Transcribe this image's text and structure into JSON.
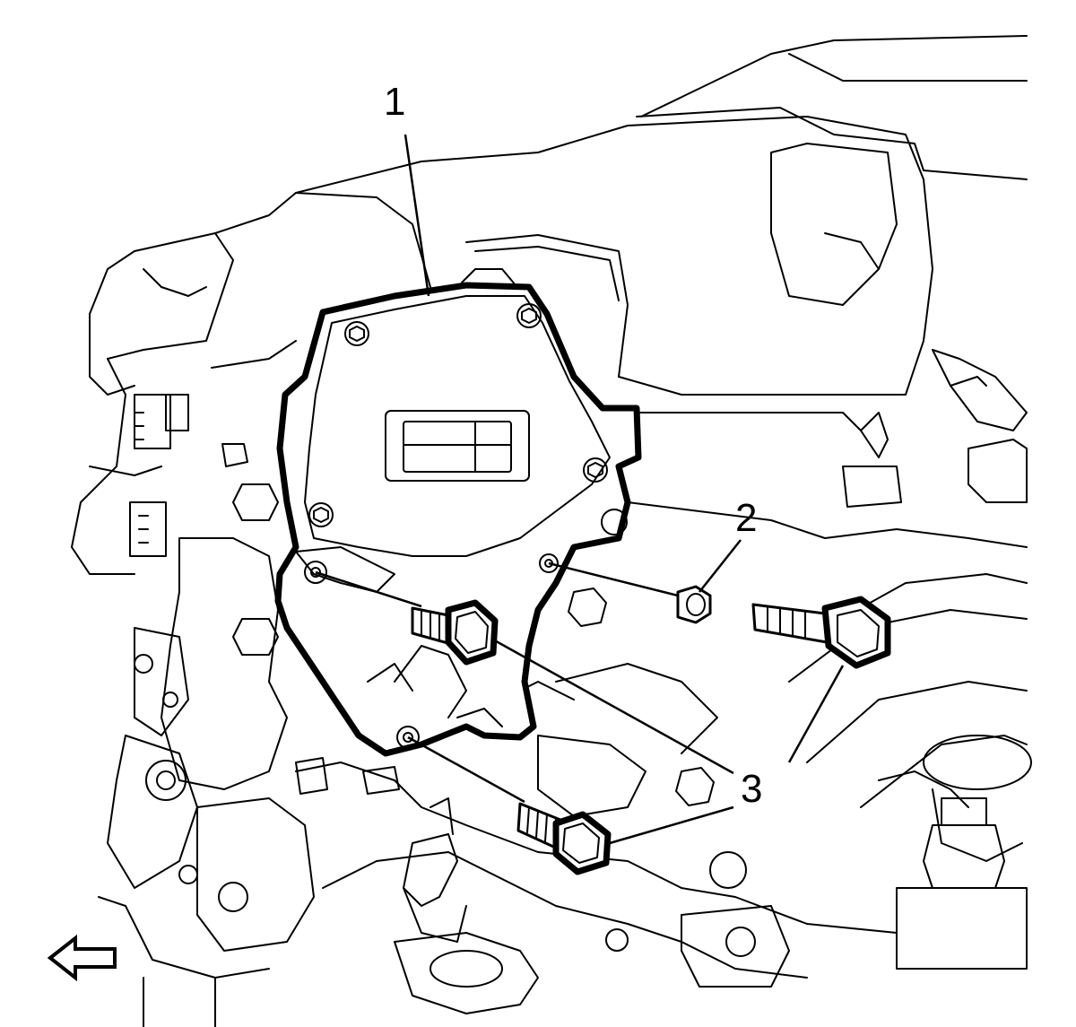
{
  "callouts": {
    "pump": "1",
    "washer": "2",
    "bolts": "3"
  },
  "icons": {
    "direction_arrow": "left-arrow-icon"
  }
}
